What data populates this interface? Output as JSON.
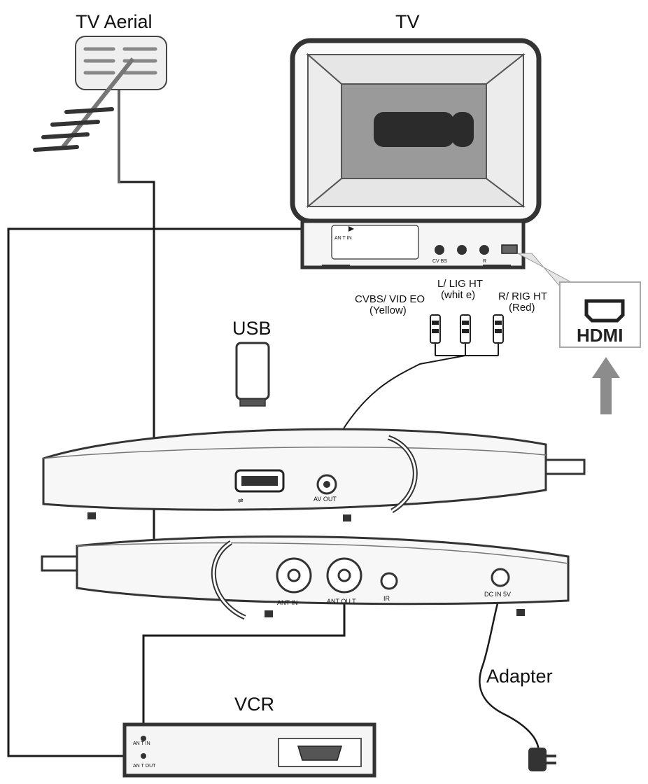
{
  "labels": {
    "tv_aerial": "TV Aerial",
    "tv": "TV",
    "usb": "USB",
    "hdmi": "HDMI",
    "vcr": "VCR",
    "adapter": "Adapter",
    "cvbs_line1": "CVBS/  VID EO",
    "cvbs_line2": "(Yellow)",
    "left_line1": "L/  LIG HT",
    "left_line2": "(whit e)",
    "right_line1": "R/  RIG HT",
    "right_line2": "(Red)",
    "tv_ant_in": "AN T IN",
    "tv_jack1": "CV BS",
    "tv_jack3": "R",
    "av_out": "AV OUT",
    "ant_in": "ANT IN",
    "ant_out": "ANT OU T",
    "ir": "IR",
    "dc_in": "DC IN 5V",
    "vcr_ant_in": "AN T IN",
    "vcr_ant_out": "AN T OUT"
  },
  "colors": {
    "line": "#1a1a1a",
    "device_fill": "#f7f7f7",
    "tv_screen": "#9a9a9a",
    "arrow": "#8c8c8c"
  }
}
